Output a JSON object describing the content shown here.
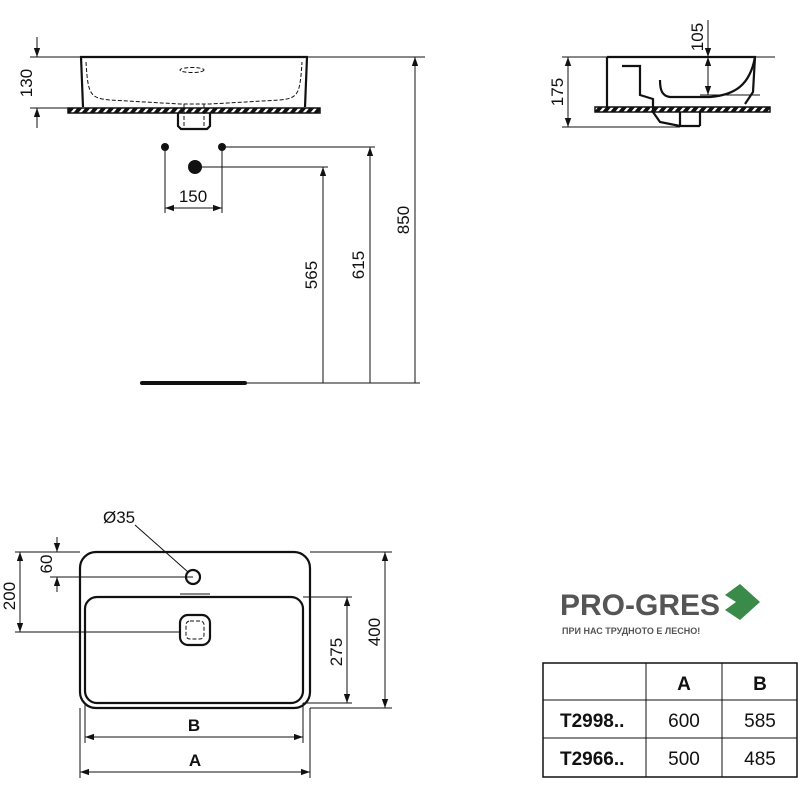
{
  "front_view": {
    "height": "130",
    "tap_spacing": "150",
    "waste_height": "565",
    "tap_height": "615",
    "top_height": "850"
  },
  "side_view": {
    "bowl_depth": "105",
    "overall_height": "175"
  },
  "plan_view": {
    "tap_hole_diameter": "Ø35",
    "tap_offset": "60",
    "drain_offset": "200",
    "bowl_depth": "275",
    "overall_depth": "400",
    "inner_width_label": "B",
    "outer_width_label": "A"
  },
  "table": {
    "headers": [
      "",
      "A",
      "B"
    ],
    "rows": [
      {
        "code": "T2998..",
        "a": "600",
        "b": "585"
      },
      {
        "code": "T2966..",
        "a": "500",
        "b": "485"
      }
    ]
  },
  "watermark": {
    "brand": "PRO-GRES",
    "slogan": "ПРИ НАС ТРУДНОТО Е ЛЕСНО!",
    "color": "#3a8a4a"
  }
}
